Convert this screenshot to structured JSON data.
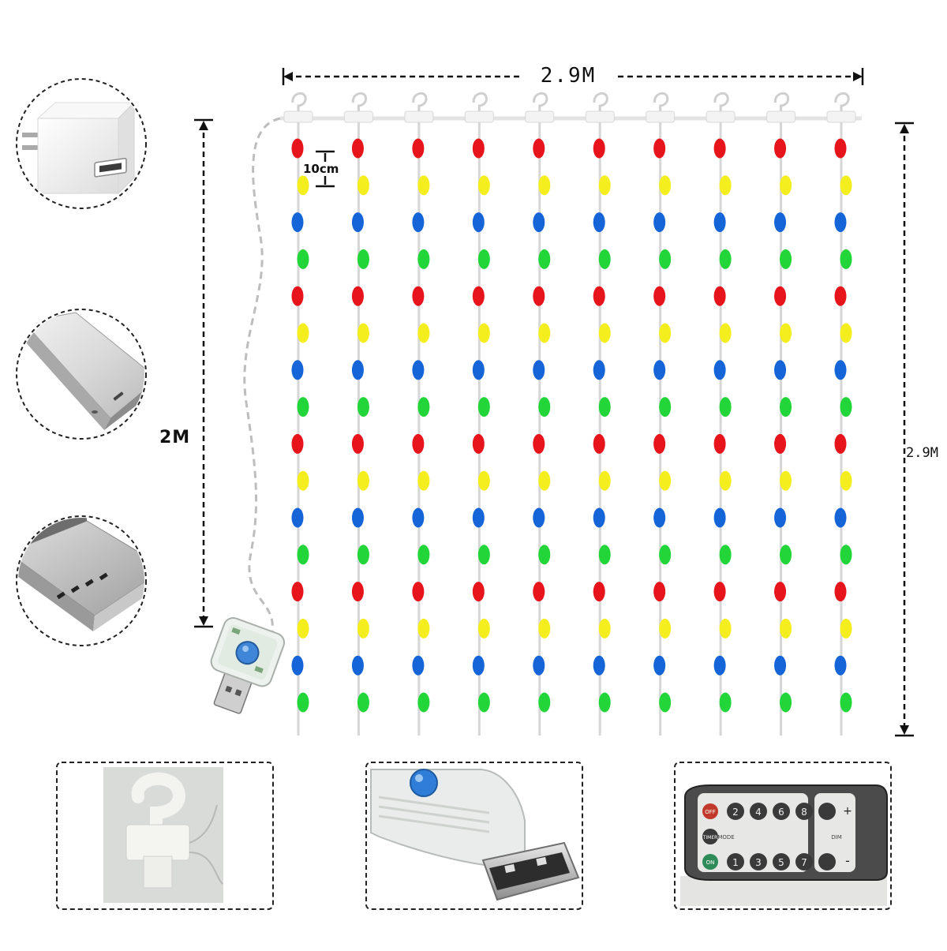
{
  "labels": {
    "width": "2.9M",
    "height": "2M",
    "drop": "2.9M",
    "spacing": "10cm"
  },
  "product": {
    "strands": 10,
    "bulbs_per_strand": 16,
    "bulb_color_cycle": [
      "#e8141b",
      "#f5ee1e",
      "#1565d8",
      "#22d63a"
    ],
    "line_color": "#d6d6d6",
    "dashed_cable_color": "#bdbdbd"
  },
  "power_sources": [
    {
      "name": "usb-wall-adapter"
    },
    {
      "name": "power-bank"
    },
    {
      "name": "laptop"
    }
  ],
  "details": [
    {
      "name": "hook-detail"
    },
    {
      "name": "usb-controller-detail"
    },
    {
      "name": "remote-detail"
    }
  ],
  "remote": {
    "buttons_top": [
      "2",
      "4",
      "6",
      "8"
    ],
    "buttons_bottom": [
      "1",
      "3",
      "5",
      "7"
    ],
    "off_label": "OFF",
    "on_label": "ON",
    "timer_label": "TIMER",
    "mode_label": "MODE",
    "dim_label": "DIM",
    "plus": "+",
    "minus": "-"
  }
}
